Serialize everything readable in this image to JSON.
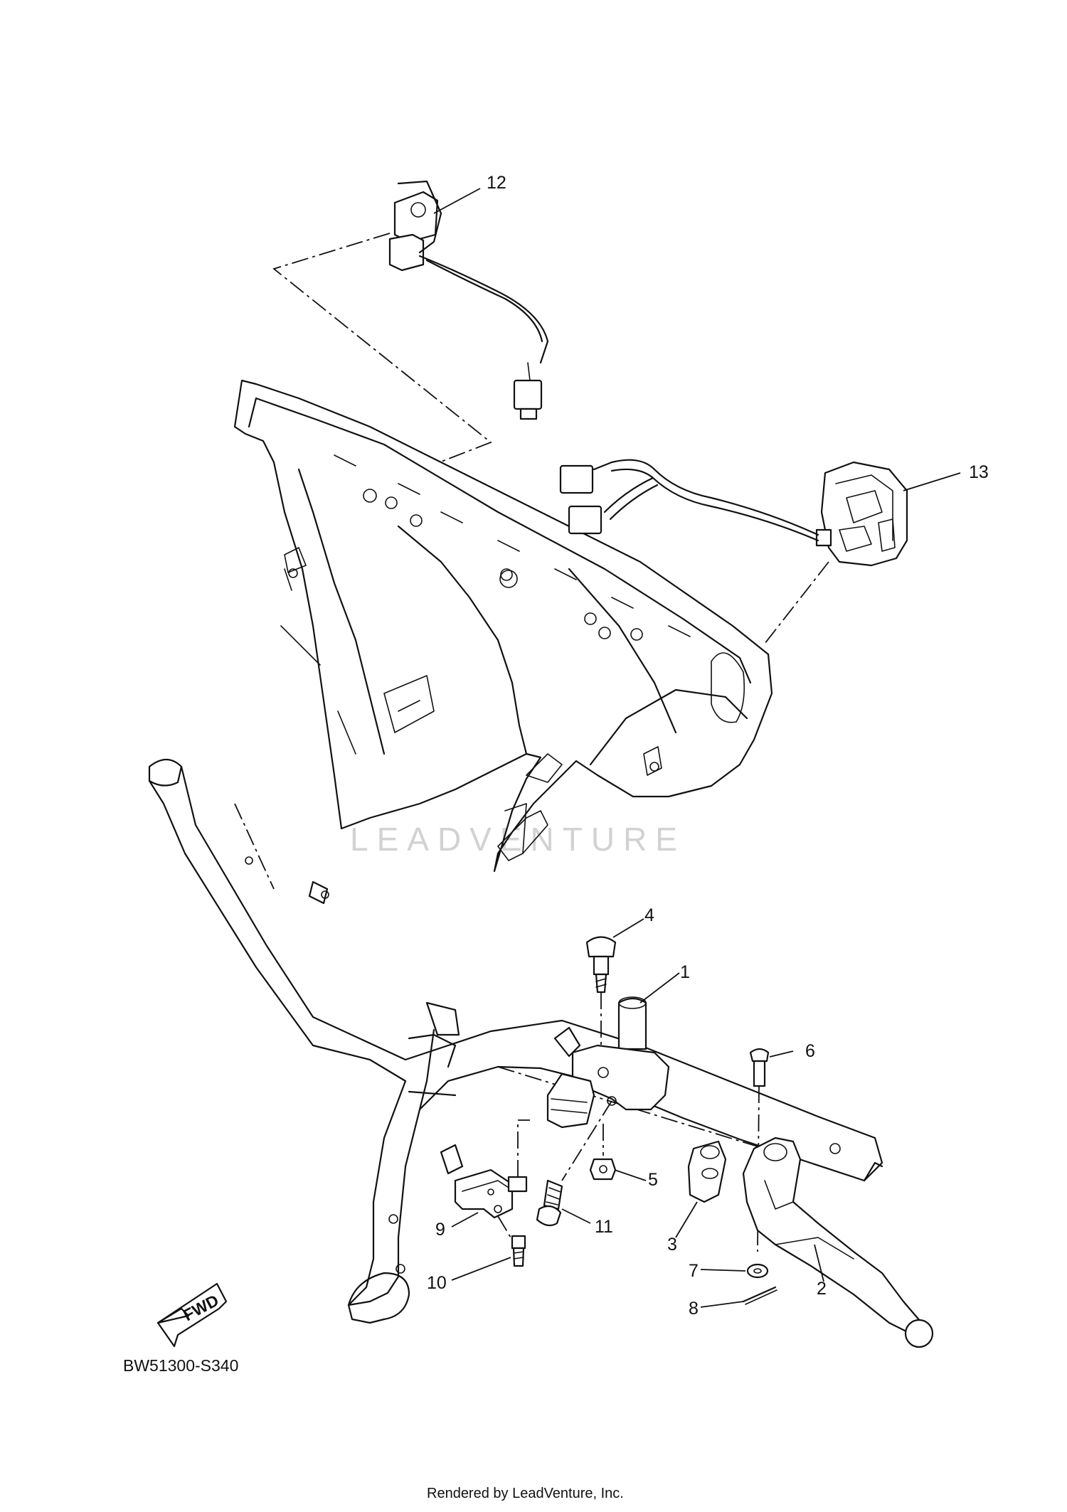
{
  "diagram": {
    "callouts": [
      "1",
      "2",
      "3",
      "4",
      "5",
      "6",
      "7",
      "8",
      "9",
      "10",
      "11",
      "12",
      "13"
    ],
    "fwd_label": "FWD",
    "diagram_code": "BW51300-S340",
    "watermark": "LEADVENTURE",
    "footer": "Rendered by LeadVenture, Inc."
  }
}
